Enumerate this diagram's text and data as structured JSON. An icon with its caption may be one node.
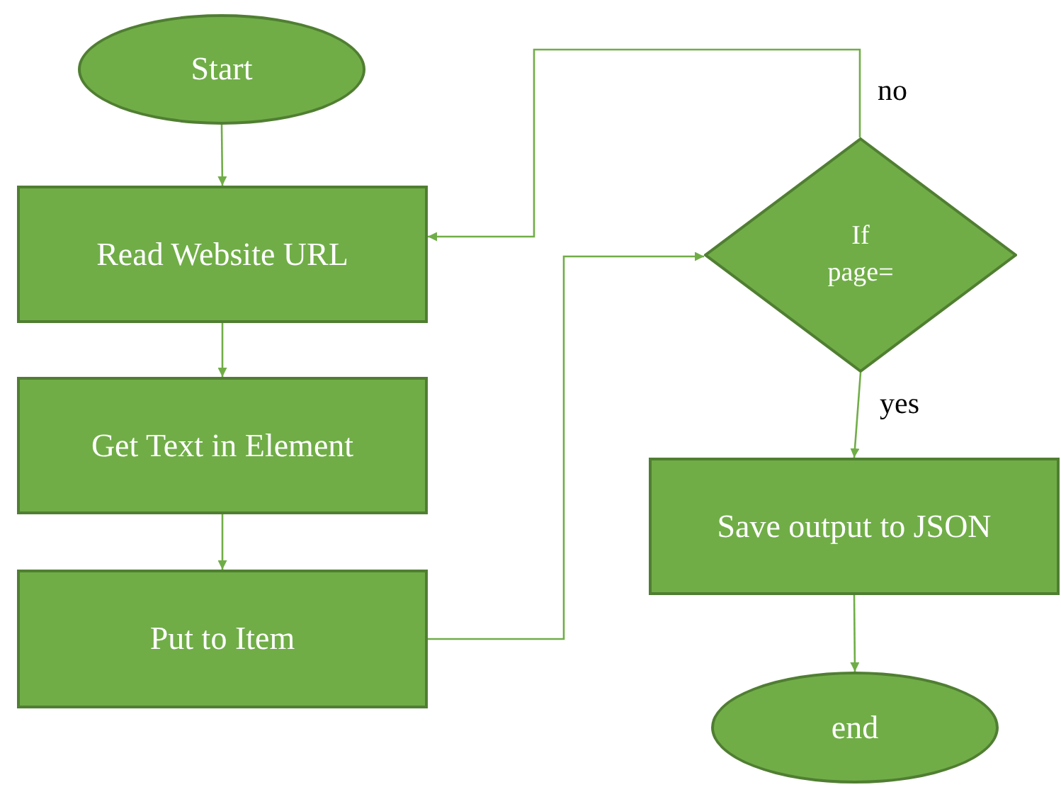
{
  "diagram": {
    "nodes": [
      {
        "text": [
          "Start"
        ]
      },
      {
        "text": [
          "Read Website URL"
        ]
      },
      {
        "text": [
          "Get Text in Element"
        ]
      },
      {
        "text": [
          "Put to Item"
        ]
      },
      {
        "text": [
          "If page="
        ]
      },
      {
        "text": [
          "Save output to JSON"
        ]
      },
      {
        "text": [
          "end"
        ]
      }
    ],
    "edges": [
      {
        "from": 0,
        "to": 1,
        "arrow": "to"
      },
      {
        "from": 1,
        "to": 2,
        "arrow": "to"
      },
      {
        "from": 2,
        "to": 3,
        "arrow": "to"
      },
      {
        "from": 3,
        "to": 4,
        "arrow": "to"
      },
      {
        "from": 4,
        "to": 1,
        "arrow": "to",
        "label": "no"
      },
      {
        "from": 4,
        "to": 5,
        "arrow": "to",
        "label": "yes"
      },
      {
        "from": 5,
        "to": 6,
        "arrow": "to"
      }
    ]
  }
}
